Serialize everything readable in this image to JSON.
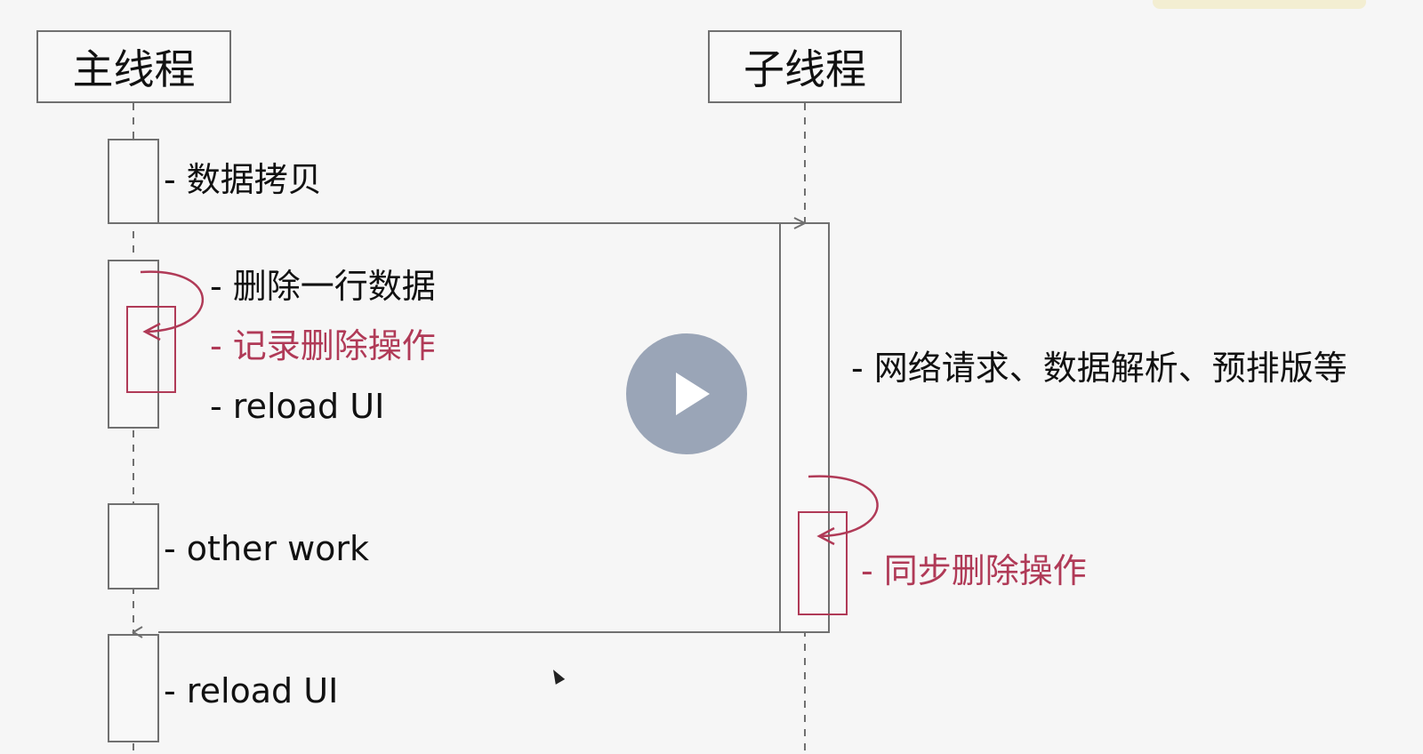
{
  "lifelines": {
    "main": {
      "title": "主线程"
    },
    "worker": {
      "title": "子线程"
    }
  },
  "labels": {
    "copy_data": "- 数据拷贝",
    "delete_row": "- 删除一行数据",
    "record_delete": "- 记录删除操作",
    "reload_ui_1": "- reload UI",
    "network": "- 网络请求、数据解析、预排版等",
    "other_work": "- other work",
    "sync_delete": "- 同步删除操作",
    "reload_ui_2": "- reload UI"
  },
  "colors": {
    "line": "#707070",
    "highlight": "#b03a57",
    "play_button": "#8a96ac"
  },
  "icons": {
    "play": "play-icon",
    "cursor": "mouse-cursor-icon"
  }
}
